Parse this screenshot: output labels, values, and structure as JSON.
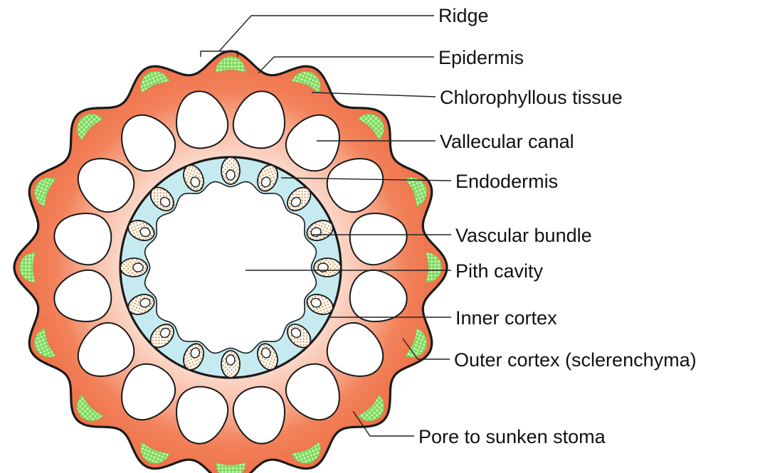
{
  "labels": {
    "ridge": "Ridge",
    "epidermis": "Epidermis",
    "chlorophyllous": "Chlorophyllous tissue",
    "vallecular": "Vallecular canal",
    "endodermis": "Endodermis",
    "vascular": "Vascular bundle",
    "pith": "Pith cavity",
    "inner_cortex": "Inner cortex",
    "outer_cortex": "Outer cortex (sclerenchyma)",
    "pore": "Pore to sunken stoma"
  },
  "structure": {
    "ridge_count": 16,
    "vallecular_canal_count": 16,
    "vascular_bundle_count": 16
  },
  "colors": {
    "outer_cortex": "#f2825b",
    "inner_cortex_center": "#fde8df",
    "chlorophyll": "#7fd860",
    "endodermis_ring": "#c5ebf1",
    "vascular_dots": "#c7975e",
    "outline": "#1a1a1a"
  }
}
